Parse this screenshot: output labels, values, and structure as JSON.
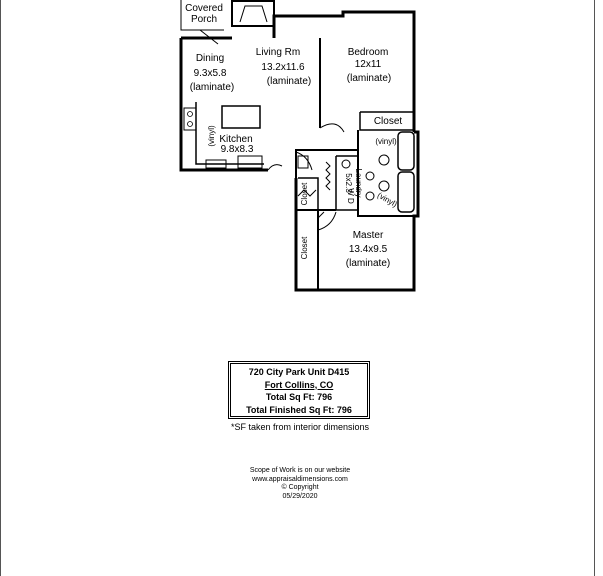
{
  "rooms": {
    "covered_porch": {
      "line1": "Covered",
      "line2": "Porch"
    },
    "dining": {
      "name": "Dining",
      "size": "9.3x5.8",
      "floor": "(laminate)"
    },
    "living": {
      "name": "Living Rm",
      "size": "13.2x11.6",
      "floor": "(laminate)"
    },
    "bedroom": {
      "name": "Bedroom",
      "size": "12x11",
      "floor": "(laminate)"
    },
    "closet_bedroom": {
      "name": "Closet"
    },
    "kitchen": {
      "name": "Kitchen",
      "size": "9.8x8.3",
      "floor": "(vinyl)"
    },
    "laundry": {
      "name": "Laundry",
      "size": "5x2.3",
      "code": "W D"
    },
    "bath_vinyl": {
      "floor": "(vinyl)"
    },
    "bath2_vinyl": {
      "floor": "(vinyl)"
    },
    "closet_hall": {
      "name": "Closet"
    },
    "closet_master": {
      "name": "Closet"
    },
    "master": {
      "name": "Master",
      "size": "13.4x9.5",
      "floor": "(laminate)"
    }
  },
  "info": {
    "address": "720 City Park Unit D415",
    "city": "Fort Collins, CO",
    "total_sqft": "Total Sq Ft:  796",
    "total_finished_sqft": "Total Finished Sq Ft:  796"
  },
  "sf_note": "*SF taken from interior dimensions",
  "footer": {
    "line1": "Scope of Work is on our website",
    "line2": "www.appraisaldimensions.com",
    "line3": "© Copyright",
    "line4": "05/29/2020"
  }
}
